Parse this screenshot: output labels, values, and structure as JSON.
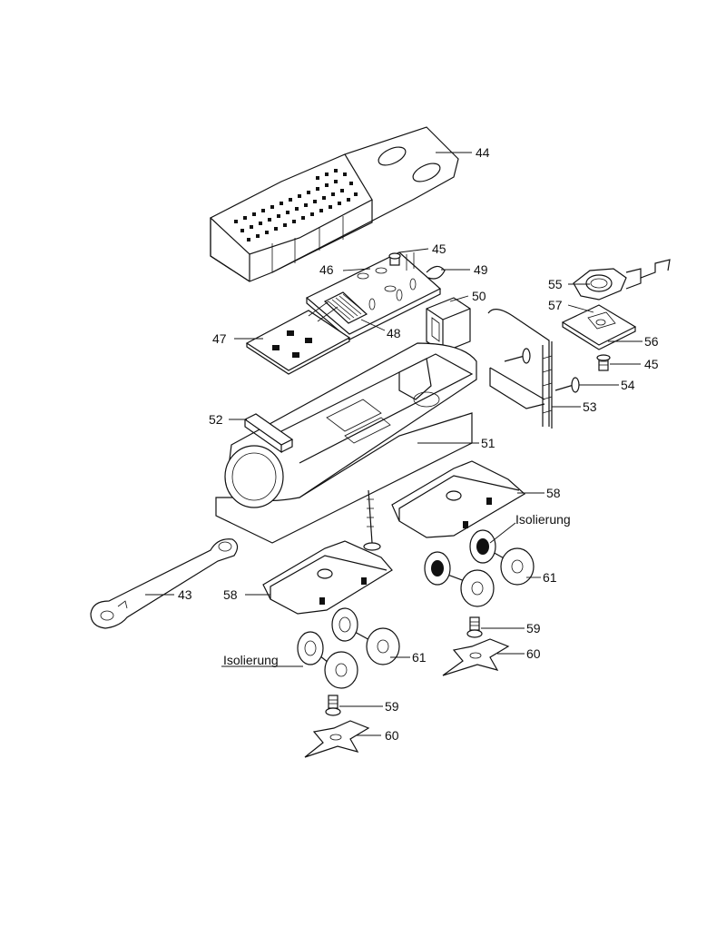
{
  "callouts": {
    "c43": "43",
    "c44": "44",
    "c45a": "45",
    "c45b": "45",
    "c46": "46",
    "c47": "47",
    "c48": "48",
    "c49": "49",
    "c50": "50",
    "c51": "51",
    "c52": "52",
    "c53": "53",
    "c54": "54",
    "c55": "55",
    "c56": "56",
    "c57": "57",
    "c58a": "58",
    "c58b": "58",
    "c59a": "59",
    "c59b": "59",
    "c60a": "60",
    "c60b": "60",
    "c61a": "61",
    "c61b": "61",
    "iso_a": "Isolierung",
    "iso_b": "Isolierung"
  }
}
